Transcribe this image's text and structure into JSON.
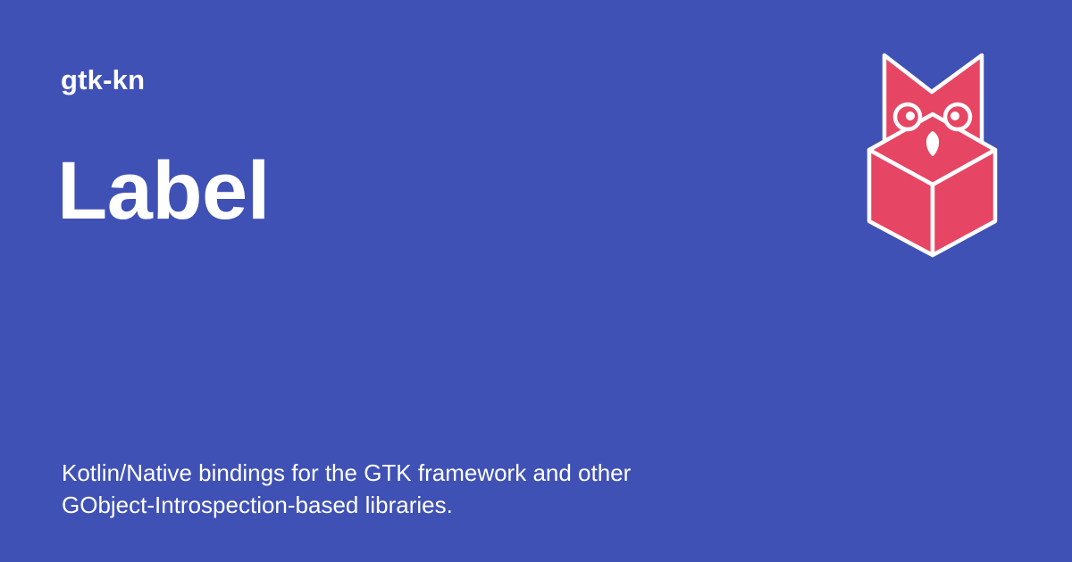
{
  "site": {
    "name": "gtk-kn"
  },
  "page": {
    "title": "Label",
    "description_lines": [
      "Kotlin/Native bindings for the GTK framework and other",
      "GObject-Introspection-based libraries."
    ]
  },
  "logo": {
    "icon": "owl-on-box-icon"
  },
  "colors": {
    "background": "#3f51b5",
    "text": "#ffffff",
    "logo_fill": "#e64563",
    "logo_stroke": "#ffffff"
  }
}
